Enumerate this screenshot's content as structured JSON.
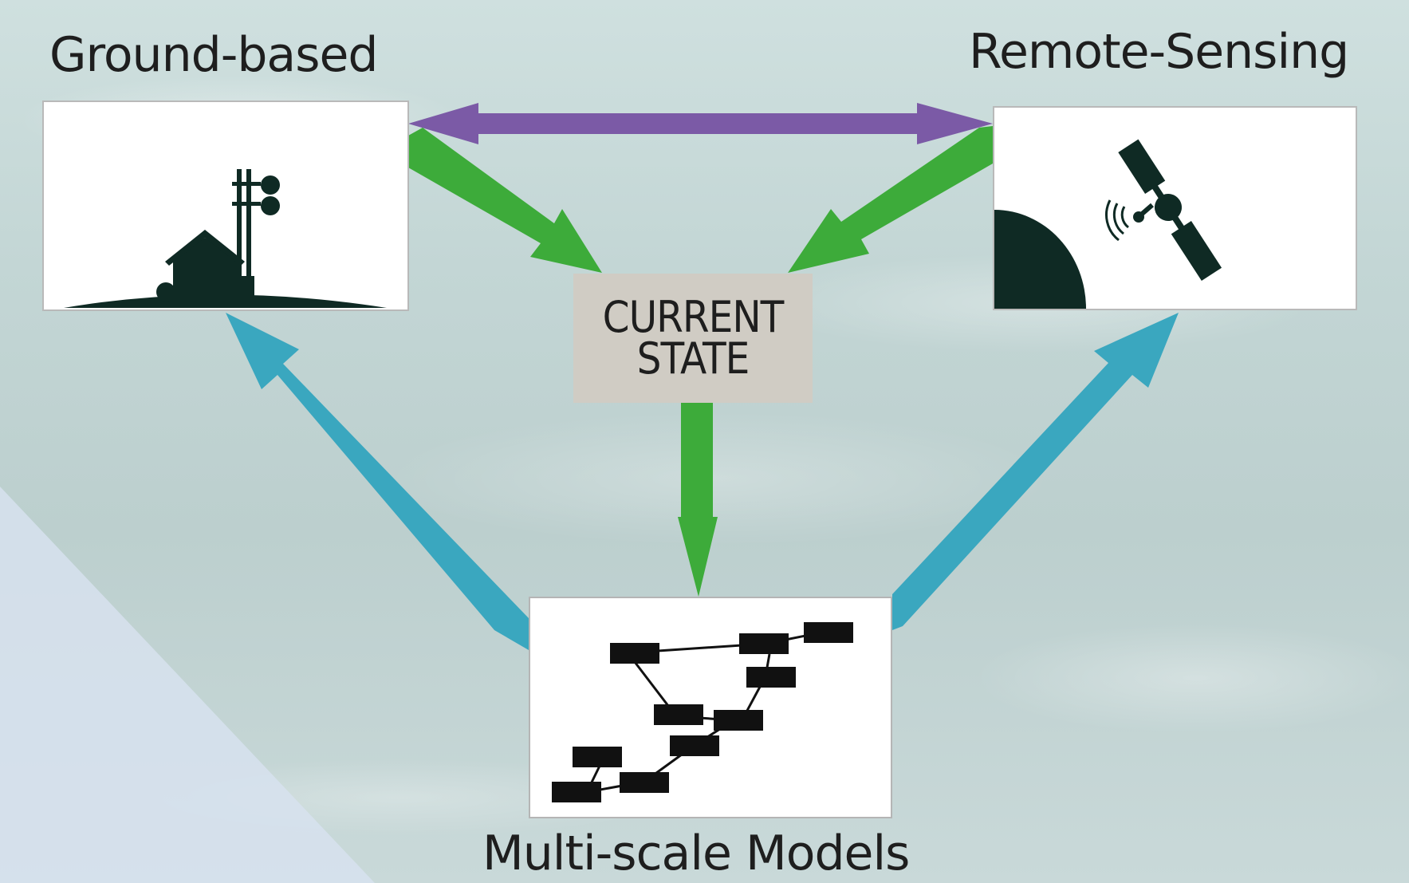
{
  "nodes": {
    "ground": {
      "label": "Ground-based",
      "icon": "weather-station-icon"
    },
    "remote": {
      "label": "Remote-Sensing",
      "icon": "satellite-icon"
    },
    "models": {
      "label": "Multi-scale Models",
      "icon": "network-graph-icon"
    },
    "current": {
      "line1": "CURRENT",
      "line2": "STATE"
    }
  },
  "arrows": [
    {
      "from": "ground",
      "to": "remote",
      "bidirectional": true,
      "color": "#7b5aa6"
    },
    {
      "from": "ground",
      "to": "current",
      "color": "#3dab3a"
    },
    {
      "from": "remote",
      "to": "current",
      "color": "#3dab3a"
    },
    {
      "from": "current",
      "to": "models",
      "color": "#3dab3a"
    },
    {
      "from": "models",
      "to": "ground",
      "color": "#3aa7bf"
    },
    {
      "from": "models",
      "to": "remote",
      "color": "#3aa7bf"
    }
  ],
  "colors": {
    "purple": "#7b5aa6",
    "green": "#3dab3a",
    "blue": "#3aa7bf",
    "icon_dark": "#0f2a24",
    "current_bg": "#d0ccc4"
  }
}
